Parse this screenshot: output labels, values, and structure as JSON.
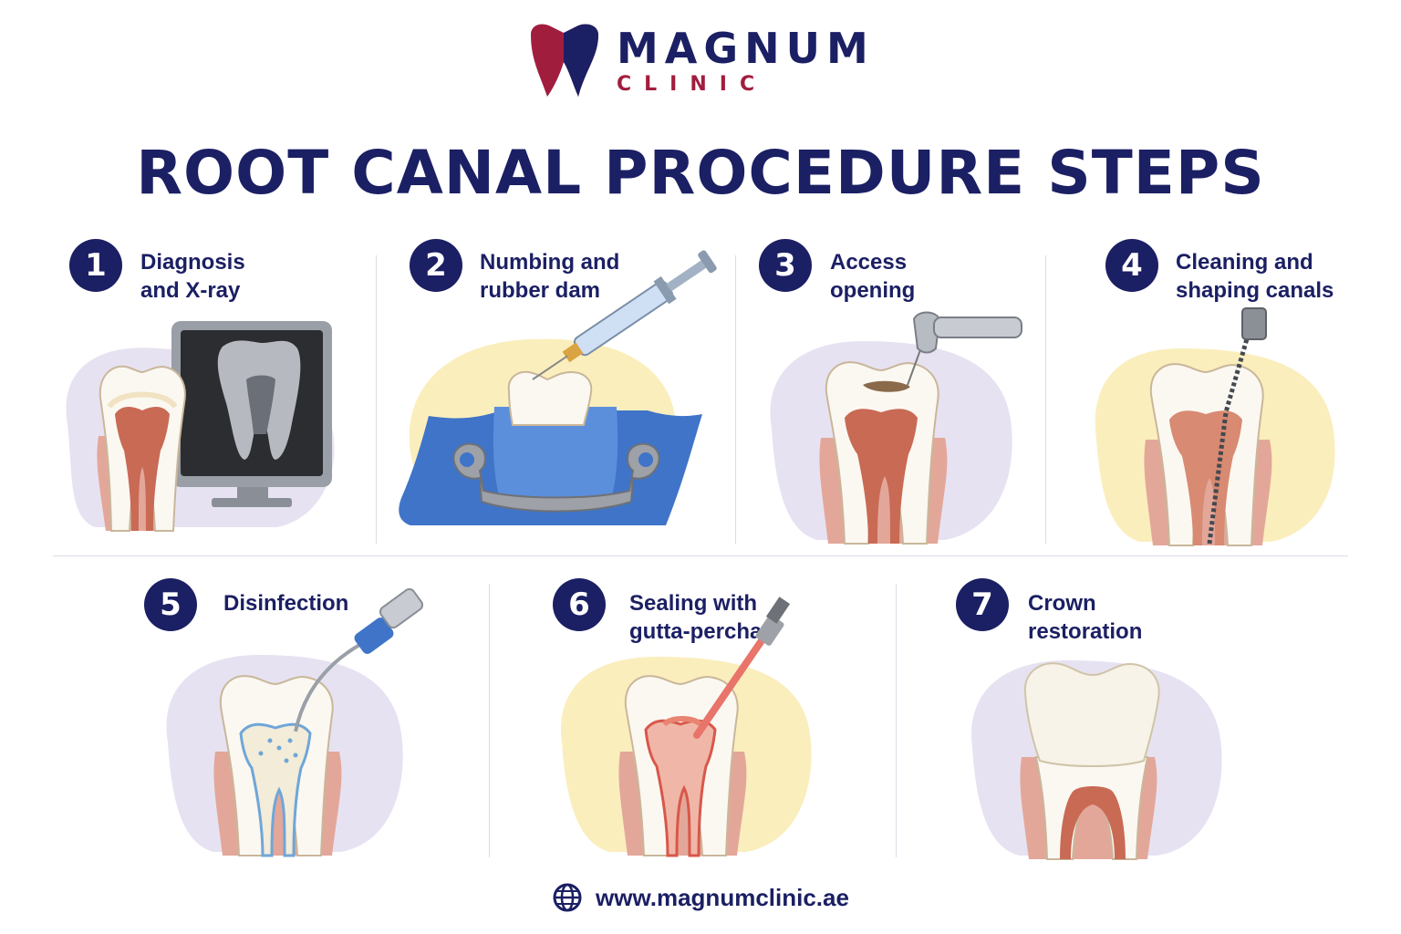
{
  "brand": {
    "name": "MAGNUM",
    "sub": "CLINIC",
    "colors": {
      "navy": "#1b1f63",
      "crimson": "#a11d3e"
    }
  },
  "title": "ROOT CANAL PROCEDURE STEPS",
  "steps": [
    {
      "number": "1",
      "line1": "Diagnosis",
      "line2": "and X-ray",
      "icon": "tooth-xray-monitor-icon"
    },
    {
      "number": "2",
      "line1": "Numbing and",
      "line2": "rubber dam",
      "icon": "syringe-rubber-dam-icon"
    },
    {
      "number": "3",
      "line1": "Access",
      "line2": "opening",
      "icon": "dental-drill-icon"
    },
    {
      "number": "4",
      "line1": "Cleaning and",
      "line2": "shaping canals",
      "icon": "endodontic-file-icon"
    },
    {
      "number": "5",
      "line1": "Disinfection",
      "line2": "",
      "icon": "irrigation-needle-icon"
    },
    {
      "number": "6",
      "line1": "Sealing with",
      "line2": "gutta-percha",
      "icon": "gutta-percha-filler-icon"
    },
    {
      "number": "7",
      "line1": "Crown",
      "line2": "restoration",
      "icon": "crown-tooth-icon"
    }
  ],
  "footer": {
    "url": "www.magnumclinic.ae",
    "icon": "globe-icon"
  }
}
